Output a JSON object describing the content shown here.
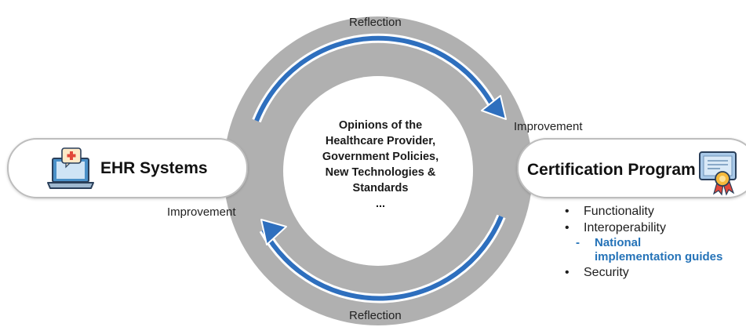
{
  "cycle": {
    "top_label": "Reflection",
    "bottom_label": "Reflection",
    "right_label": "Improvement",
    "left_label": "Improvement",
    "center_lines": [
      "Opinions of the",
      "Healthcare Provider,",
      "Government Policies,",
      "New Technologies &",
      "Standards",
      "..."
    ]
  },
  "ehr_box": {
    "title": "EHR Systems",
    "icon": "laptop-medical-chat-icon"
  },
  "cert_box": {
    "title": "Certification Program",
    "icon": "certificate-icon"
  },
  "features": {
    "items": [
      "Functionality",
      "Interoperability",
      "Security"
    ],
    "sub_item_lines": [
      "National",
      "implementation guides"
    ]
  },
  "colors": {
    "ring": "#b0b0b0",
    "arrow": "#2e6fbe",
    "accent_text": "#2573b8",
    "box_border": "#bdbdbd"
  }
}
